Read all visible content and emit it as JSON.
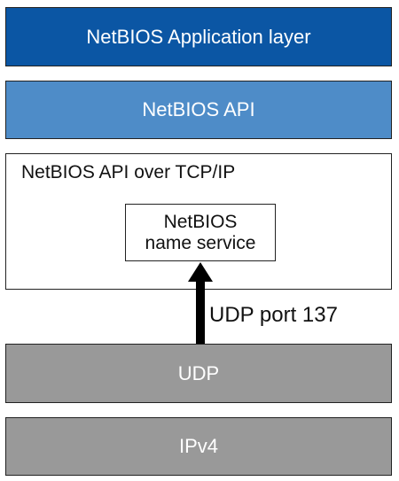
{
  "layers": {
    "application": "NetBIOS Application layer",
    "api": "NetBIOS API",
    "tcpip": {
      "title": "NetBIOS API over TCP/IP",
      "name_service_line1": "NetBIOS",
      "name_service_line2": "name service"
    },
    "udp": "UDP",
    "ipv4": "IPv4"
  },
  "arrow_label": "UDP port 137",
  "colors": {
    "application_fill": "#0b56a4",
    "api_fill": "#4e8cc8",
    "transport_fill": "#999999",
    "arrow": "#000000"
  }
}
